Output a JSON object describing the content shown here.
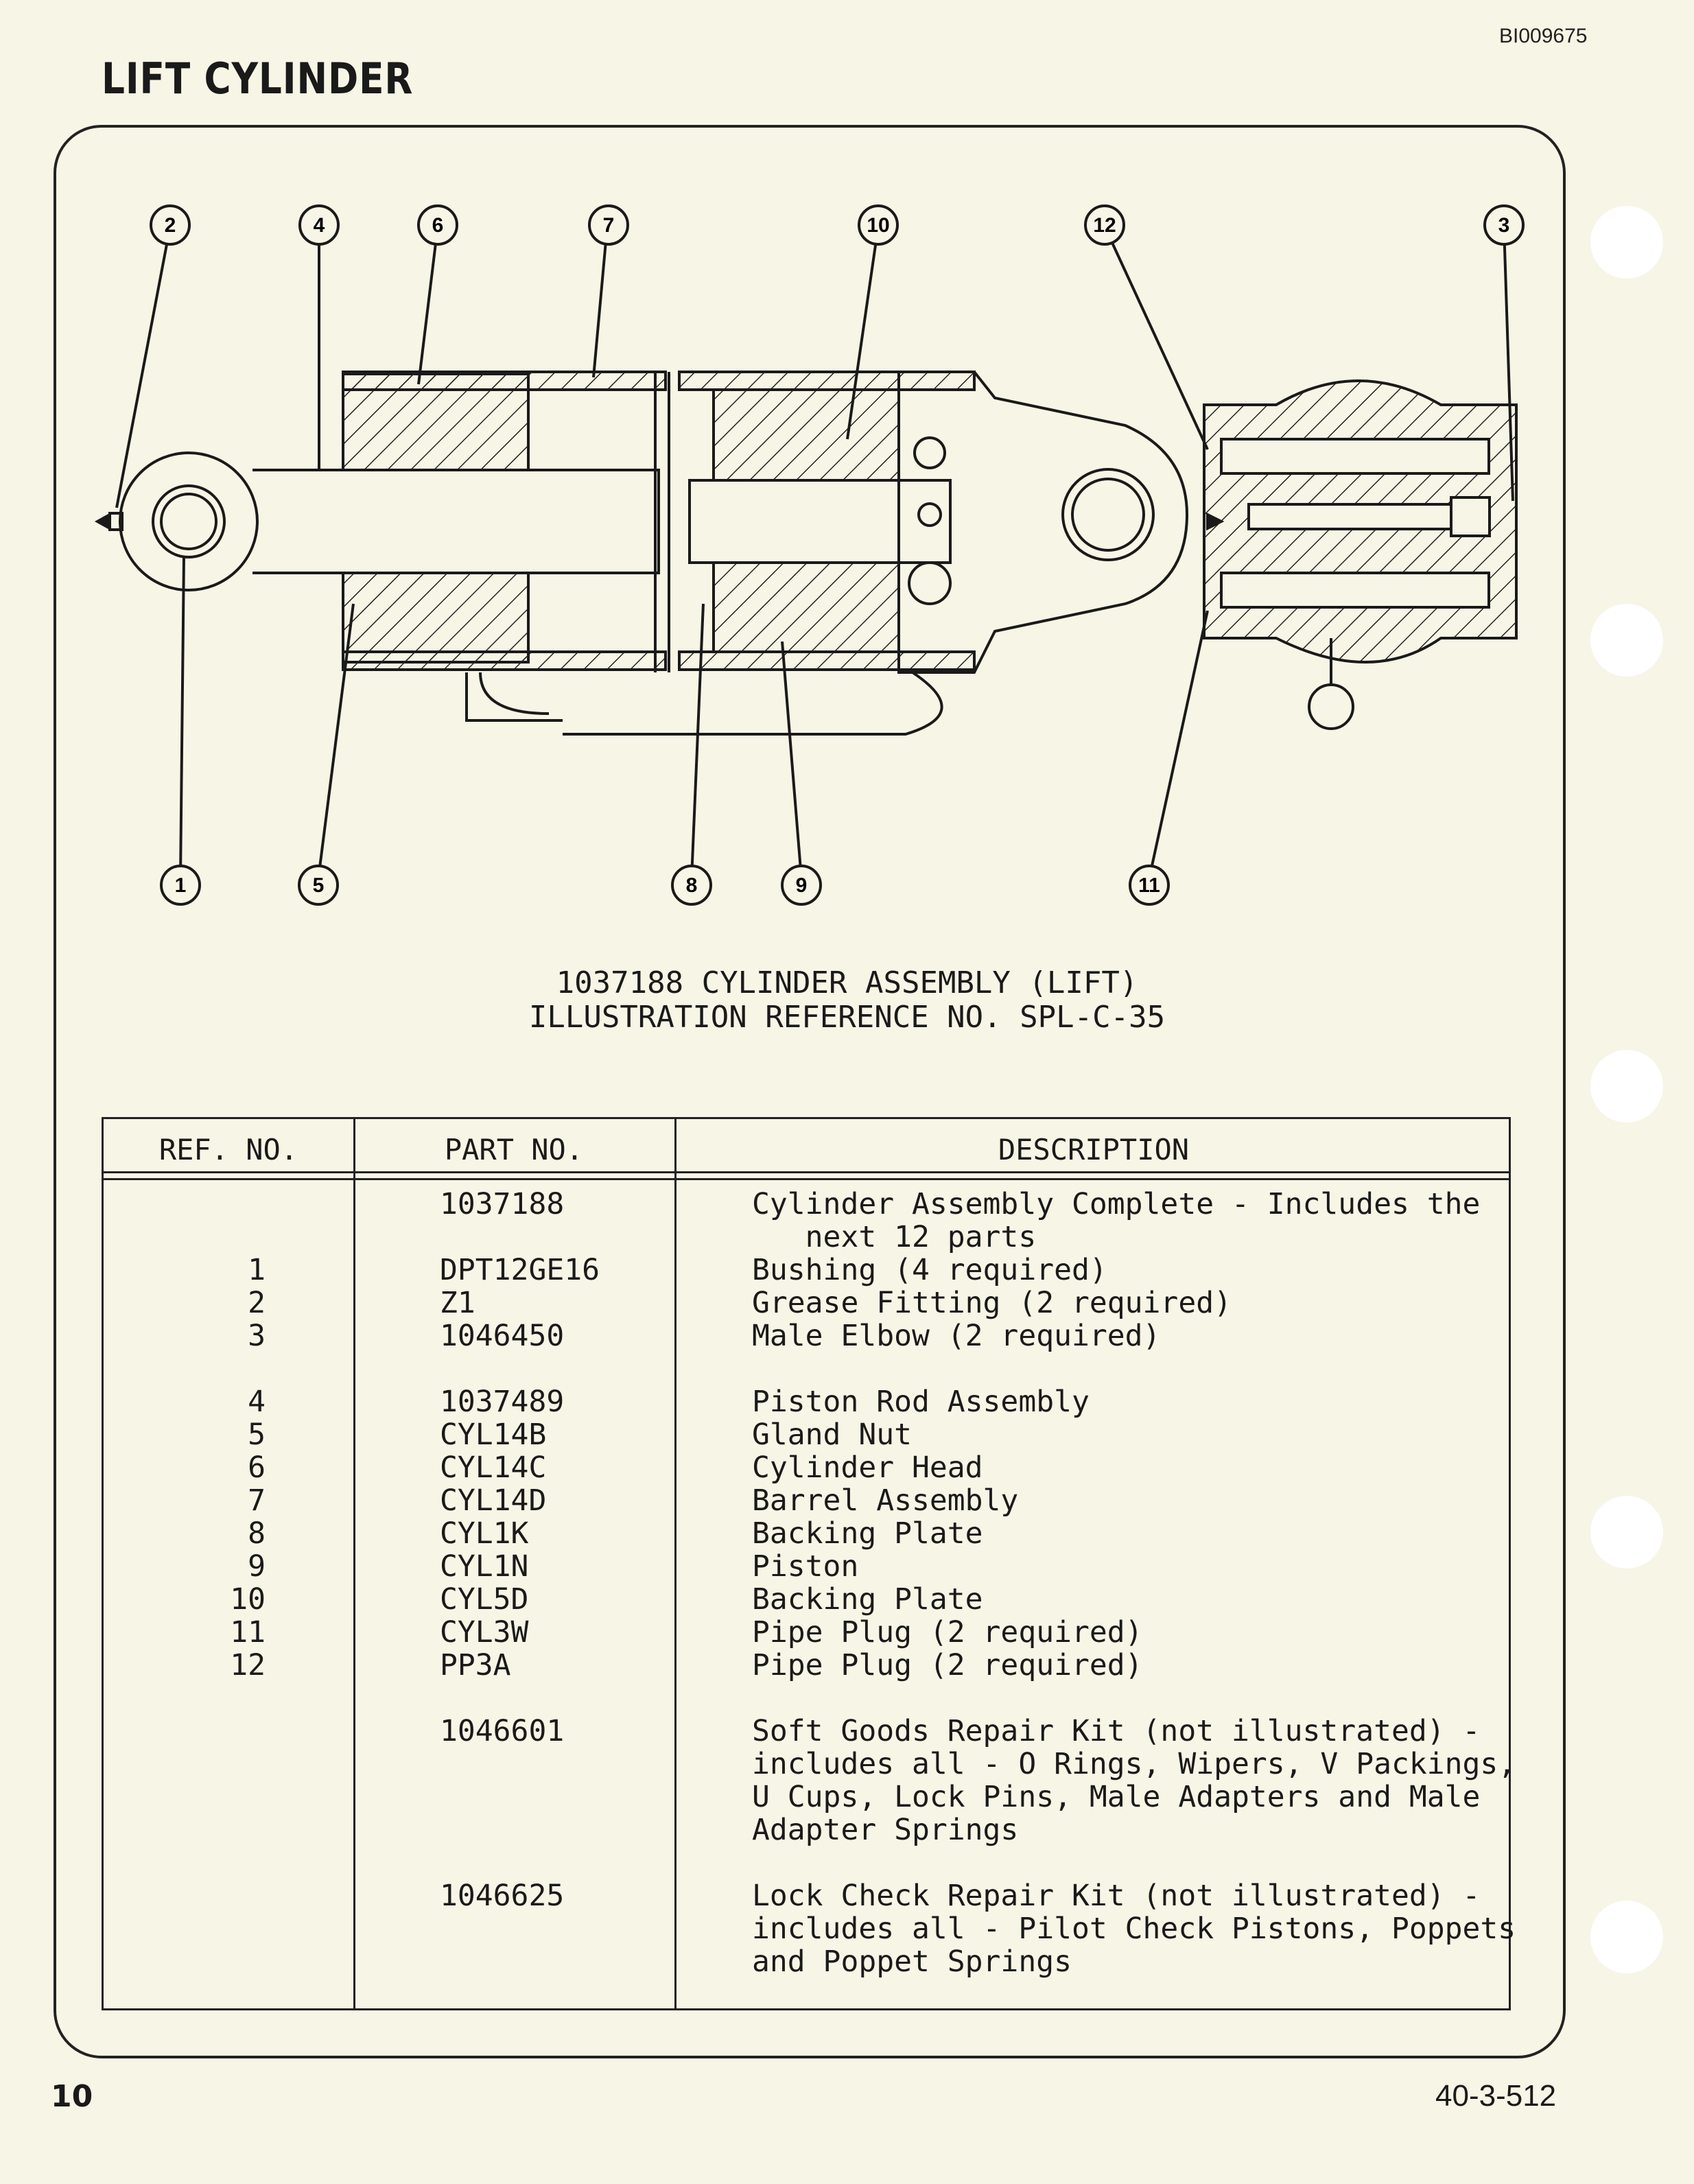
{
  "doc_id": "BI009675",
  "page_title": "LIFT CYLINDER",
  "caption_line1": "1037188 CYLINDER ASSEMBLY (LIFT)",
  "caption_line2": "ILLUSTRATION REFERENCE NO. SPL-C-35",
  "table": {
    "headers": {
      "ref": "REF. NO.",
      "part": "PART NO.",
      "desc": "DESCRIPTION"
    },
    "rows": [
      {
        "ref": "",
        "part": "1037188",
        "desc": "Cylinder Assembly Complete - Includes the"
      },
      {
        "ref": "",
        "part": "",
        "desc": "   next 12 parts"
      },
      {
        "ref": "1",
        "part": "DPT12GE16",
        "desc": "Bushing (4 required)"
      },
      {
        "ref": "2",
        "part": "Z1",
        "desc": "Grease Fitting (2 required)"
      },
      {
        "ref": "3",
        "part": "1046450",
        "desc": "Male Elbow (2 required)"
      },
      {
        "ref": "4",
        "part": "1037489",
        "desc": "Piston Rod Assembly"
      },
      {
        "ref": "5",
        "part": "CYL14B",
        "desc": "Gland Nut"
      },
      {
        "ref": "6",
        "part": "CYL14C",
        "desc": "Cylinder Head"
      },
      {
        "ref": "7",
        "part": "CYL14D",
        "desc": "Barrel Assembly"
      },
      {
        "ref": "8",
        "part": "CYL1K",
        "desc": "Backing Plate"
      },
      {
        "ref": "9",
        "part": "CYL1N",
        "desc": "Piston"
      },
      {
        "ref": "10",
        "part": "CYL5D",
        "desc": "Backing Plate"
      },
      {
        "ref": "11",
        "part": "CYL3W",
        "desc": "Pipe Plug (2 required)"
      },
      {
        "ref": "12",
        "part": "PP3A",
        "desc": "Pipe Plug (2 required)"
      },
      {
        "ref": "",
        "part": "1046601",
        "desc": "Soft Goods Repair Kit (not illustrated) -"
      },
      {
        "ref": "",
        "part": "",
        "desc": "includes all - O Rings, Wipers, V Packings,"
      },
      {
        "ref": "",
        "part": "",
        "desc": "U Cups, Lock Pins, Male Adapters and Male"
      },
      {
        "ref": "",
        "part": "",
        "desc": "Adapter Springs"
      },
      {
        "ref": "",
        "part": "1046625",
        "desc": "Lock Check Repair Kit (not illustrated) -"
      },
      {
        "ref": "",
        "part": "",
        "desc": "includes all - Pilot Check Pistons, Poppets"
      },
      {
        "ref": "",
        "part": "",
        "desc": "and Poppet Springs"
      }
    ]
  },
  "callouts": {
    "c1": "1",
    "c2": "2",
    "c3": "3",
    "c4": "4",
    "c5": "5",
    "c6": "6",
    "c7": "7",
    "c8": "8",
    "c9": "9",
    "c10": "10",
    "c11": "11",
    "c12": "12"
  },
  "page_number": "10",
  "page_code": "40-3-512"
}
